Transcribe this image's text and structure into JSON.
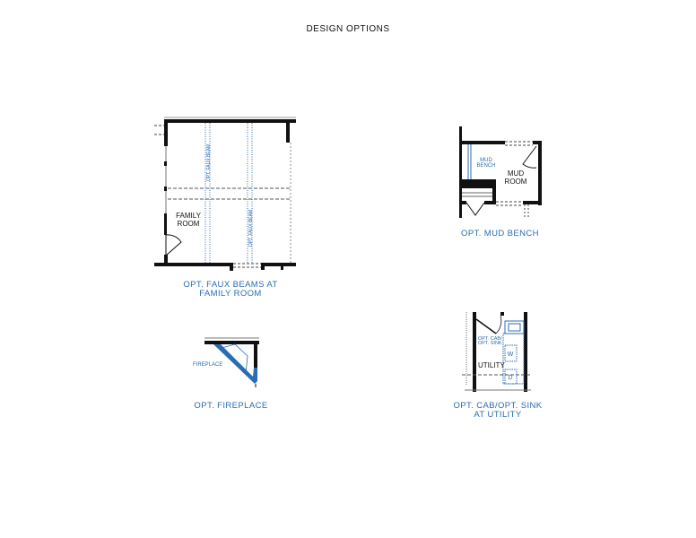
{
  "page_title": "DESIGN OPTIONS",
  "colors": {
    "wall": "#111111",
    "option_blue": "#2b6cb3",
    "dashed": "#555555"
  },
  "options": [
    {
      "caption_line1": "OPT. FAUX BEAMS AT",
      "caption_line2": "FAMILY ROOM",
      "room_label_1": "FAMILY",
      "room_label_2": "ROOM",
      "beam_label": "OPT. FAUX BEAM"
    },
    {
      "caption": "OPT. MUD BENCH",
      "room_label_1": "MUD",
      "room_label_2": "ROOM",
      "bench_label_1": "MUD",
      "bench_label_2": "BENCH"
    },
    {
      "caption": "OPT. FIREPLACE",
      "label": "FIREPLACE"
    },
    {
      "caption_line1": "OPT. CAB/OPT. SINK",
      "caption_line2": "AT UTILITY",
      "room_label": "UTILITY",
      "cab_label_1": "OPT. CAB/",
      "cab_label_2": "OPT. SINK",
      "washer": "W",
      "dryer": "D"
    }
  ]
}
